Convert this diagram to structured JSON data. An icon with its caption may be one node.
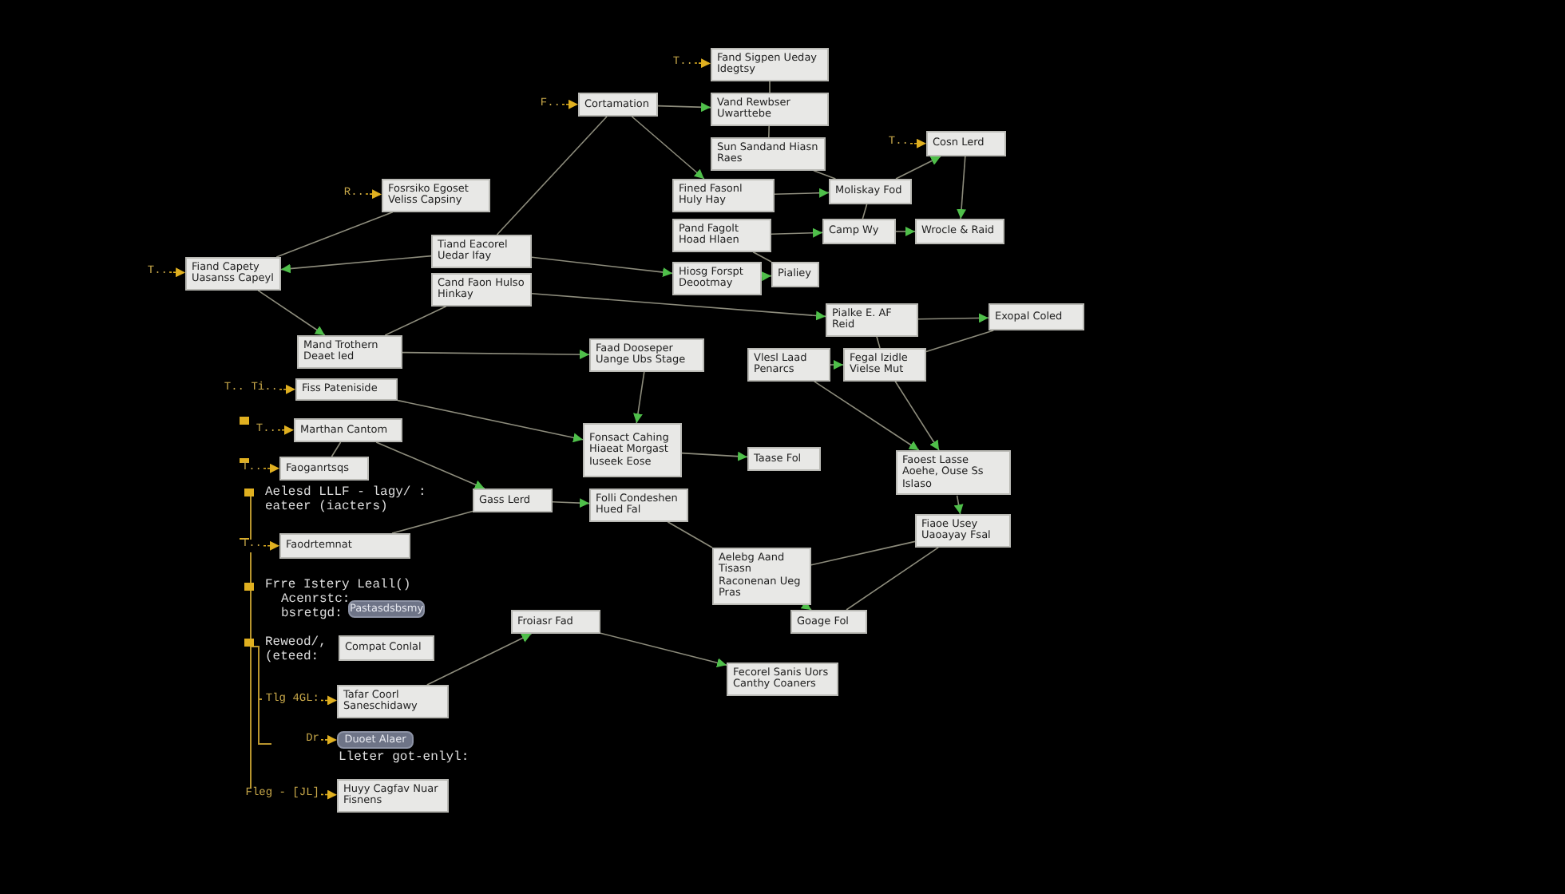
{
  "diagram": {
    "nodes": [
      {
        "text": [
          "Fand Sigpen Ueday Idegtsy"
        ]
      },
      {
        "text": [
          "Cortamation"
        ]
      },
      {
        "text": [
          "Vand Rewbser Uwarttebe"
        ]
      },
      {
        "text": [
          "Sun Sandand Hiasn Raes"
        ]
      },
      {
        "text": [
          "Fosrsiko Egoset Veliss Capsiny"
        ]
      },
      {
        "text": [
          "Fined Fasonl Huly Hay"
        ]
      },
      {
        "text": [
          "Moliskay Fod"
        ]
      },
      {
        "text": [
          "Cosn Lerd"
        ]
      },
      {
        "text": [
          "Pand Fagolt Hoad Hlaen"
        ]
      },
      {
        "text": [
          "Camp Wy"
        ]
      },
      {
        "text": [
          "Wrocle & Raid"
        ]
      },
      {
        "text": [
          "Fiand Capety Uasanss Capeyl"
        ]
      },
      {
        "text": [
          "Tiand Eacorel Uedar Ifay"
        ]
      },
      {
        "text": [
          "Cand Faon Hulso Hinkay"
        ]
      },
      {
        "text": [
          "Hiosg Forspt Deootmay"
        ]
      },
      {
        "text": [
          "Pialiey"
        ]
      },
      {
        "text": [
          "Pialke E. AF Reid"
        ]
      },
      {
        "text": [
          "Exopal Coled"
        ]
      },
      {
        "text": [
          "Mand Trothern Deaet Ied"
        ]
      },
      {
        "text": [
          "Faad Dooseper Uange Ubs Stage"
        ]
      },
      {
        "text": [
          "Vlesl Laad Penarcs"
        ]
      },
      {
        "text": [
          "Fegal Izidle Vielse Mut"
        ]
      },
      {
        "text": [
          "Fiss Pateniside"
        ]
      },
      {
        "text": [
          "Marthan Cantom"
        ]
      },
      {
        "text": [
          "Fonsact Cahing Hiaeat Morgast Iuseek Eose"
        ]
      },
      {
        "text": [
          "Taase Fol"
        ]
      },
      {
        "text": [
          "Faoest Lasse Aoehe, Ouse Ss Islaso"
        ]
      },
      {
        "text": [
          "Faoganrtsqs"
        ]
      },
      {
        "text": [
          "Gass Lerd"
        ]
      },
      {
        "text": [
          "Folli Condeshen Hued Fal"
        ]
      },
      {
        "text": [
          "Faodrtemnat"
        ]
      },
      {
        "text": [
          "Fiaoe Usey Uaoayay Fsal"
        ]
      },
      {
        "text": [
          "Aelebg Aand Tisasn Raconenan Ueg Pras"
        ]
      },
      {
        "text": [
          "Pastasdsbsmy"
        ]
      },
      {
        "text": [
          "Froiasr Fad"
        ]
      },
      {
        "text": [
          "Goage Fol"
        ]
      },
      {
        "text": [
          "Compat Conlal"
        ]
      },
      {
        "text": [
          "Fecorel Sanis Uors Canthy Coaners"
        ]
      },
      {
        "text": [
          "Tafar Coorl Saneschidawy"
        ]
      },
      {
        "text": [
          "Duoet Alaer"
        ]
      },
      {
        "text": [
          "Huyy Cagfav Nuar Fisnens"
        ]
      },
      {
        "text": [
          "T.."
        ]
      },
      {
        "text": [
          "F.."
        ]
      },
      {
        "text": [
          "R.."
        ]
      },
      {
        "text": [
          "T.."
        ]
      },
      {
        "text": [
          "T.."
        ]
      },
      {
        "text": [
          "T.. Ti.."
        ]
      },
      {
        "text": [
          "T.."
        ]
      },
      {
        "text": [
          "T.."
        ]
      },
      {
        "text": [
          "T.."
        ]
      },
      {
        "text": [
          "Tlg 4GL:"
        ]
      },
      {
        "text": [
          "Dr"
        ]
      },
      {
        "text": [
          "Fleg - [JL]"
        ]
      }
    ],
    "edges": [
      {
        "from": 1,
        "to": 2,
        "arrow": "to"
      },
      {
        "from": 0,
        "to": 2,
        "arrow": "none"
      },
      {
        "from": 2,
        "to": 3,
        "arrow": "none"
      },
      {
        "from": 3,
        "to": 6,
        "arrow": "none"
      },
      {
        "from": 5,
        "to": 6,
        "arrow": "to"
      },
      {
        "from": 6,
        "to": 9,
        "arrow": "none"
      },
      {
        "from": 6,
        "to": 7,
        "arrow": "to"
      },
      {
        "from": 7,
        "to": 10,
        "arrow": "to"
      },
      {
        "from": 9,
        "to": 10,
        "arrow": "to"
      },
      {
        "from": 8,
        "to": 9,
        "arrow": "to"
      },
      {
        "from": 8,
        "to": 15,
        "arrow": "none"
      },
      {
        "from": 14,
        "to": 15,
        "arrow": "to"
      },
      {
        "from": 16,
        "to": 17,
        "arrow": "to"
      },
      {
        "from": 16,
        "to": 21,
        "arrow": "none"
      },
      {
        "from": 21,
        "to": 17,
        "arrow": "none"
      },
      {
        "from": 20,
        "to": 21,
        "arrow": "to"
      },
      {
        "from": 11,
        "to": 4,
        "arrow": "none"
      },
      {
        "from": 12,
        "to": 11,
        "arrow": "to"
      },
      {
        "from": 11,
        "to": 18,
        "arrow": "to"
      },
      {
        "from": 13,
        "to": 18,
        "arrow": "none"
      },
      {
        "from": 1,
        "to": 12,
        "arrow": "none"
      },
      {
        "from": 18,
        "to": 19,
        "arrow": "to"
      },
      {
        "from": 12,
        "to": 14,
        "arrow": "to"
      },
      {
        "from": 13,
        "to": 16,
        "arrow": "to"
      },
      {
        "from": 22,
        "to": 24,
        "arrow": "to"
      },
      {
        "from": 23,
        "to": 28,
        "arrow": "to"
      },
      {
        "from": 23,
        "to": 27,
        "arrow": "none"
      },
      {
        "from": 28,
        "to": 29,
        "arrow": "to"
      },
      {
        "from": 24,
        "to": 25,
        "arrow": "to"
      },
      {
        "from": 20,
        "to": 26,
        "arrow": "to"
      },
      {
        "from": 21,
        "to": 26,
        "arrow": "to"
      },
      {
        "from": 29,
        "to": 32,
        "arrow": "none"
      },
      {
        "from": 32,
        "to": 35,
        "arrow": "to"
      },
      {
        "from": 26,
        "to": 31,
        "arrow": "to"
      },
      {
        "from": 32,
        "to": 31,
        "arrow": "none"
      },
      {
        "from": 34,
        "to": 37,
        "arrow": "to"
      },
      {
        "from": 38,
        "to": 34,
        "arrow": "to"
      },
      {
        "from": 30,
        "to": 28,
        "arrow": "none"
      },
      {
        "from": 19,
        "to": 24,
        "arrow": "to"
      },
      {
        "from": 35,
        "to": 31,
        "arrow": "none"
      },
      {
        "from": 1,
        "to": 5,
        "arrow": "to"
      },
      {
        "from": 41,
        "to": 0,
        "arrow": "to",
        "style": "dashed",
        "color": "#e0b020"
      },
      {
        "from": 42,
        "to": 1,
        "arrow": "to",
        "style": "dashed",
        "color": "#e0b020"
      },
      {
        "from": 43,
        "to": 4,
        "arrow": "to",
        "style": "dashed",
        "color": "#e0b020"
      },
      {
        "from": 44,
        "to": 7,
        "arrow": "to",
        "style": "dashed",
        "color": "#e0b020"
      },
      {
        "from": 45,
        "to": 11,
        "arrow": "to",
        "style": "dashed",
        "color": "#e0b020"
      },
      {
        "from": 46,
        "to": 22,
        "arrow": "to",
        "style": "dashed",
        "color": "#e0b020"
      },
      {
        "from": 47,
        "to": 23,
        "arrow": "to",
        "style": "dashed",
        "color": "#e0b020"
      },
      {
        "from": 48,
        "to": 27,
        "arrow": "to",
        "style": "dashed",
        "color": "#e0b020"
      },
      {
        "from": 49,
        "to": 30,
        "arrow": "to",
        "style": "dashed",
        "color": "#e0b020"
      },
      {
        "from": 50,
        "to": 38,
        "arrow": "to",
        "style": "dashed",
        "color": "#e0b020"
      },
      {
        "from": 51,
        "to": 39,
        "arrow": "to",
        "style": "dashed",
        "color": "#e0b020"
      },
      {
        "from": 52,
        "to": 40,
        "arrow": "to",
        "style": "dashed",
        "color": "#e0b020"
      }
    ],
    "labels": [
      "Aelesd LLLF - lagy/ : eateer (iacters)",
      "Frre Istery Leall()",
      "Acenrstc:",
      "bsretgd:",
      "Reweod/, (eteed:",
      "Lleter got-enlyl:"
    ]
  }
}
